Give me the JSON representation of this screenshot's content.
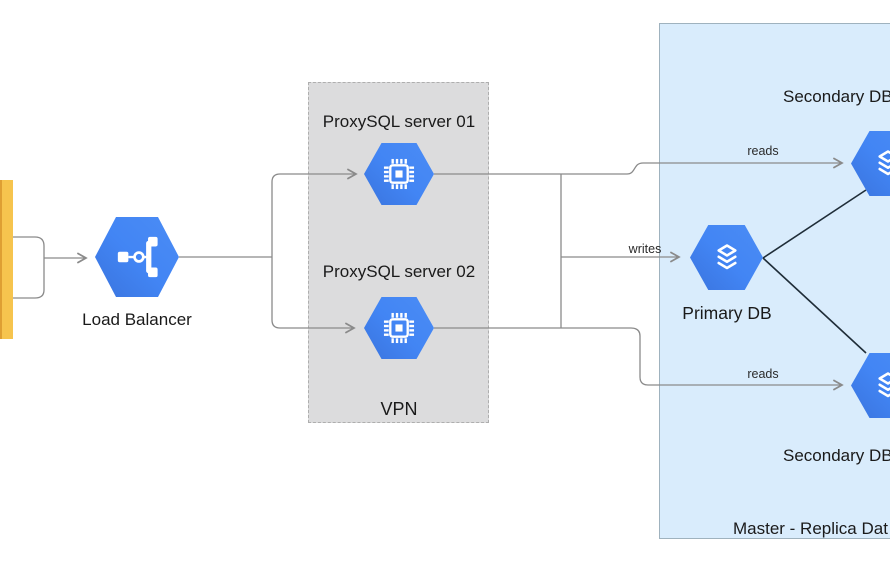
{
  "diagram": {
    "nodes": {
      "load_balancer": {
        "label": "Load Balancer",
        "icon": "load-balancer-icon"
      },
      "proxysql_server_01": {
        "label": "ProxySQL server 01",
        "icon": "cpu-chip-icon"
      },
      "proxysql_server_02": {
        "label": "ProxySQL server 02",
        "icon": "cpu-chip-icon"
      },
      "primary_db": {
        "label": "Primary DB",
        "icon": "database-layers-icon"
      },
      "secondary_db_top": {
        "label": "Secondary DB",
        "icon": "database-layers-icon"
      },
      "secondary_db_bottom": {
        "label": "Secondary DB",
        "icon": "database-layers-icon"
      }
    },
    "groups": {
      "vpn": {
        "label": "VPN"
      },
      "cluster": {
        "label": "Master - Replica Dat"
      }
    },
    "edges": {
      "writes": {
        "label": "writes"
      },
      "reads_top": {
        "label": "reads"
      },
      "reads_bottom": {
        "label": "reads"
      }
    },
    "colors": {
      "node_blue": "#4285F4",
      "node_blue_dark": "#3A74DE",
      "vpn_fill": "#DCDCDD",
      "cluster_fill": "#D9ECFC",
      "cluster_border": "#9FB2BE",
      "connector_gray": "#8A8A8A",
      "replication_line": "#1F2D38",
      "ingress_yellow": "#F6C44E",
      "text": "#1A1A1A"
    }
  }
}
